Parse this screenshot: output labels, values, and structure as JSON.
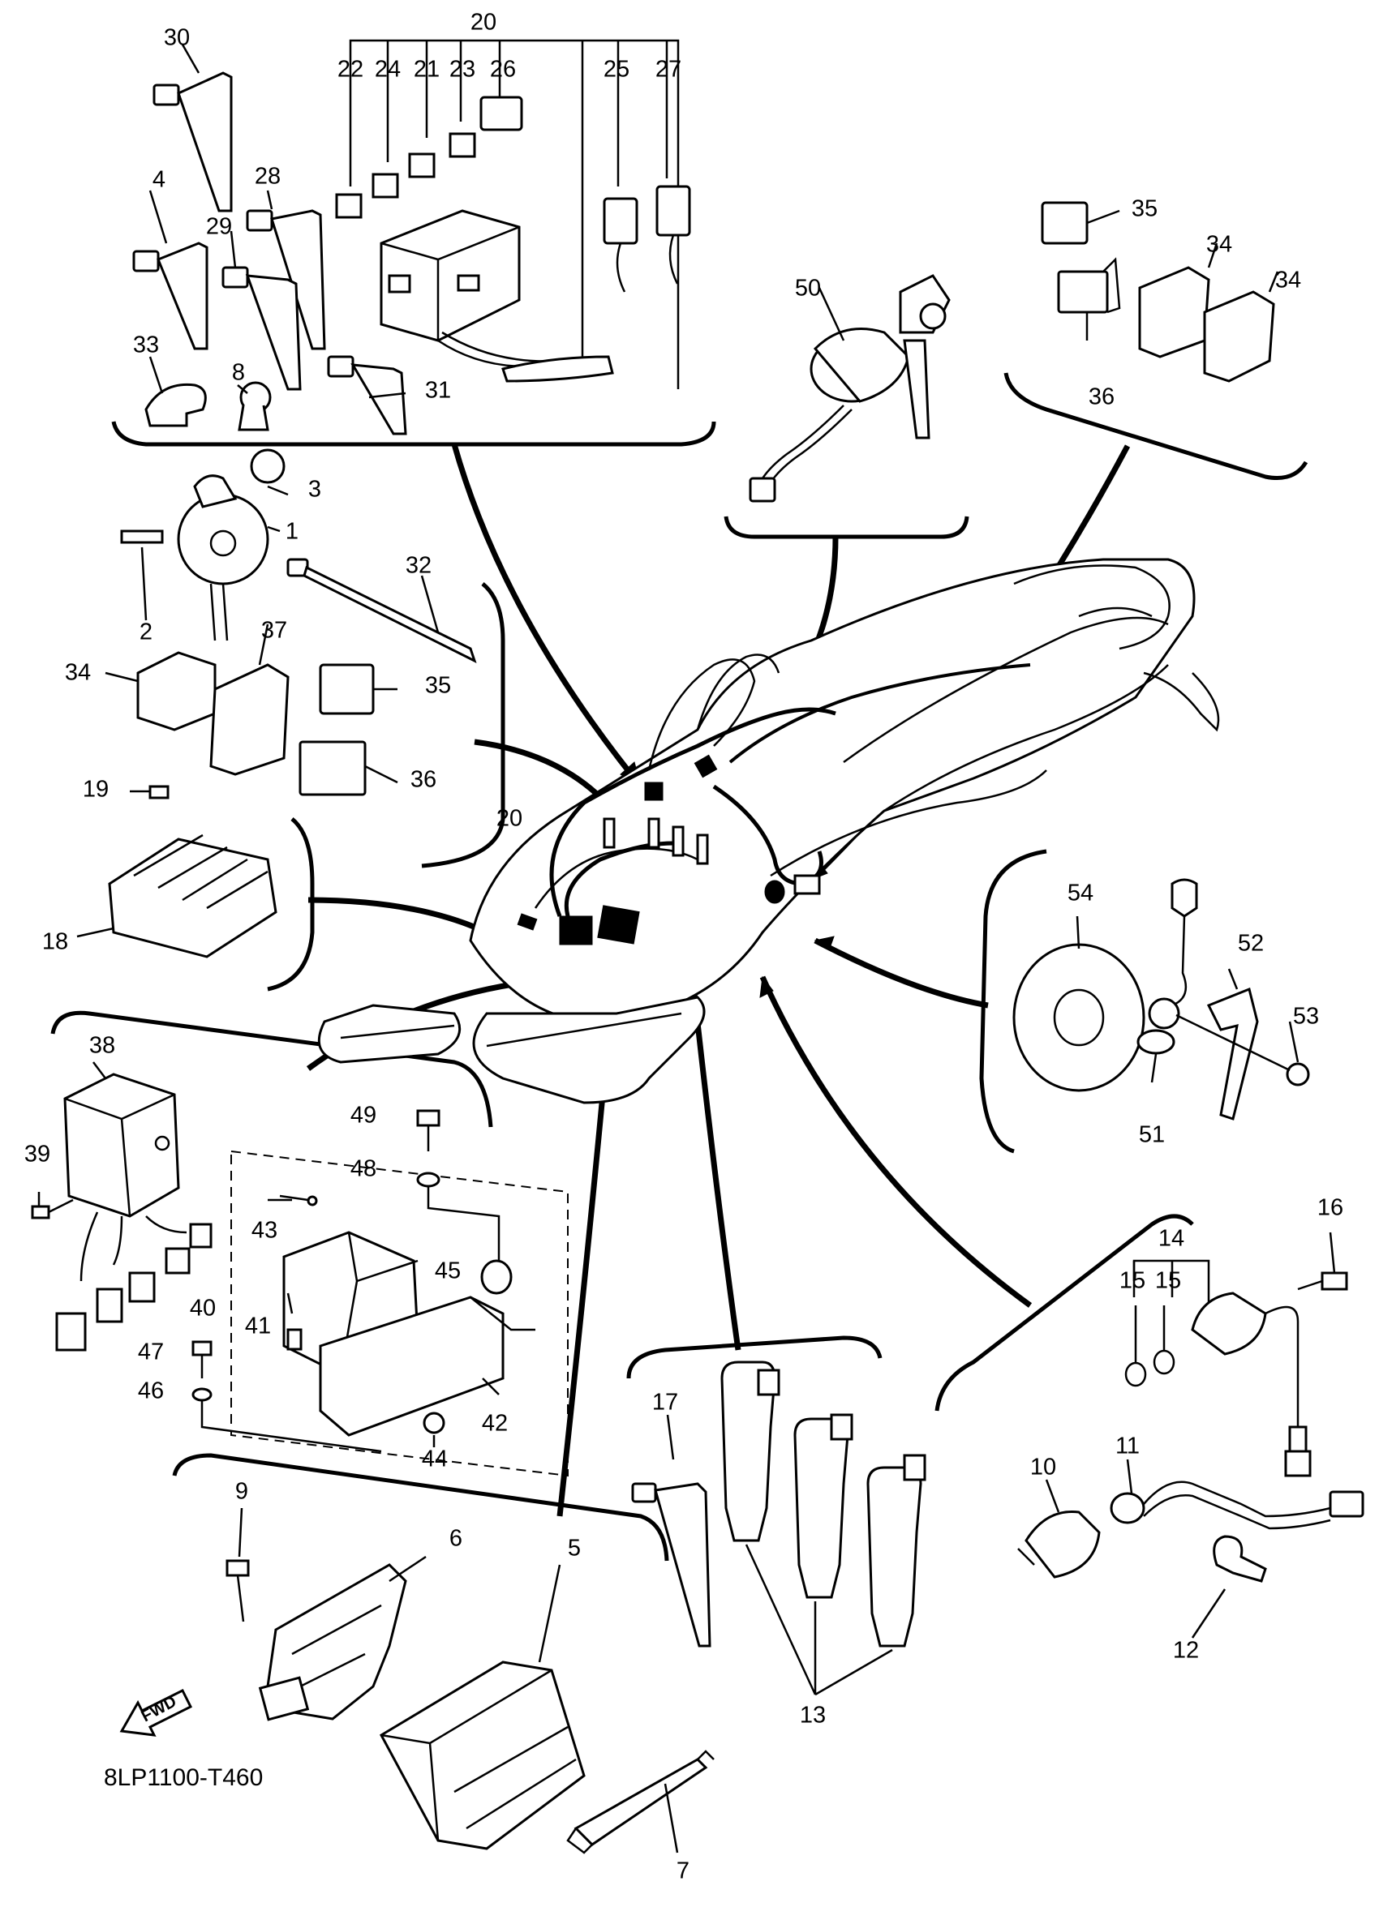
{
  "diagram": {
    "code": "8LP1100-T460",
    "direction_label": "FWD",
    "callouts": [
      {
        "id": "c20top",
        "text": "20"
      },
      {
        "id": "c22",
        "text": "22"
      },
      {
        "id": "c24",
        "text": "24"
      },
      {
        "id": "c21",
        "text": "21"
      },
      {
        "id": "c23",
        "text": "23"
      },
      {
        "id": "c26",
        "text": "26"
      },
      {
        "id": "c25",
        "text": "25"
      },
      {
        "id": "c27",
        "text": "27"
      },
      {
        "id": "c30",
        "text": "30"
      },
      {
        "id": "c4",
        "text": "4"
      },
      {
        "id": "c28",
        "text": "28"
      },
      {
        "id": "c29",
        "text": "29"
      },
      {
        "id": "c33",
        "text": "33"
      },
      {
        "id": "c8",
        "text": "8"
      },
      {
        "id": "c31",
        "text": "31"
      },
      {
        "id": "c50",
        "text": "50"
      },
      {
        "id": "c35a",
        "text": "35"
      },
      {
        "id": "c34a",
        "text": "34"
      },
      {
        "id": "c34b",
        "text": "34"
      },
      {
        "id": "c36a",
        "text": "36"
      },
      {
        "id": "c3",
        "text": "3"
      },
      {
        "id": "c1",
        "text": "1"
      },
      {
        "id": "c2",
        "text": "2"
      },
      {
        "id": "c32",
        "text": "32"
      },
      {
        "id": "c37",
        "text": "37"
      },
      {
        "id": "c34c",
        "text": "34"
      },
      {
        "id": "c35b",
        "text": "35"
      },
      {
        "id": "c36b",
        "text": "36"
      },
      {
        "id": "c19",
        "text": "19"
      },
      {
        "id": "c18",
        "text": "18"
      },
      {
        "id": "c20mid",
        "text": "20"
      },
      {
        "id": "c54",
        "text": "54"
      },
      {
        "id": "c52",
        "text": "52"
      },
      {
        "id": "c53",
        "text": "53"
      },
      {
        "id": "c51",
        "text": "51"
      },
      {
        "id": "c38",
        "text": "38"
      },
      {
        "id": "c39",
        "text": "39"
      },
      {
        "id": "c49",
        "text": "49"
      },
      {
        "id": "c48",
        "text": "48"
      },
      {
        "id": "c43",
        "text": "43"
      },
      {
        "id": "c45",
        "text": "45"
      },
      {
        "id": "c40",
        "text": "40"
      },
      {
        "id": "c41",
        "text": "41"
      },
      {
        "id": "c47",
        "text": "47"
      },
      {
        "id": "c46",
        "text": "46"
      },
      {
        "id": "c42",
        "text": "42"
      },
      {
        "id": "c44",
        "text": "44"
      },
      {
        "id": "c16",
        "text": "16"
      },
      {
        "id": "c14",
        "text": "14"
      },
      {
        "id": "c15a",
        "text": "15"
      },
      {
        "id": "c15b",
        "text": "15"
      },
      {
        "id": "c17",
        "text": "17"
      },
      {
        "id": "c11",
        "text": "11"
      },
      {
        "id": "c10",
        "text": "10"
      },
      {
        "id": "c12",
        "text": "12"
      },
      {
        "id": "c9",
        "text": "9"
      },
      {
        "id": "c6",
        "text": "6"
      },
      {
        "id": "c5",
        "text": "5"
      },
      {
        "id": "c13",
        "text": "13"
      },
      {
        "id": "c7",
        "text": "7"
      }
    ]
  }
}
